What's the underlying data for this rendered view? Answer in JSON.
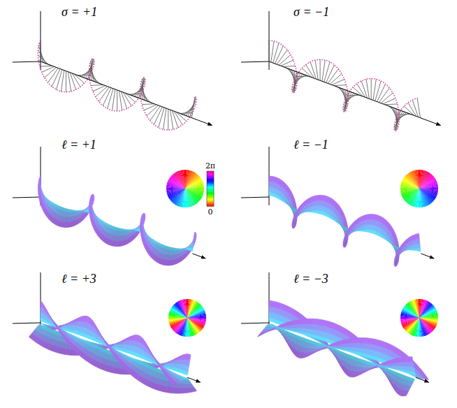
{
  "diagram": {
    "labels": [
      "σ = +1",
      "σ = −1",
      "ℓ = +1",
      "ℓ = −1",
      "2π",
      "0",
      "ℓ = +3",
      "ℓ = −3"
    ]
  }
}
